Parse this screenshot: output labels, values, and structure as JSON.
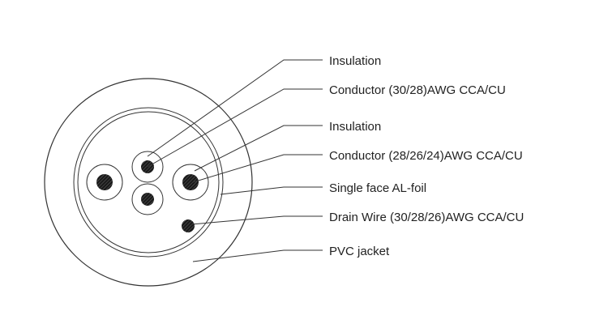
{
  "diagram": {
    "labels": {
      "insulation_outer": "Insulation",
      "conductor_small": "Conductor (30/28)AWG CCA/CU",
      "insulation_inner": "Insulation",
      "conductor_large": "Conductor (28/26/24)AWG CCA/CU",
      "al_foil": "Single face AL-foil",
      "drain_wire": "Drain Wire (30/28/26)AWG CCA/CU",
      "pvc_jacket": "PVC jacket"
    },
    "colors": {
      "line": "#333333",
      "text": "#222222",
      "conductor_fill": "#111111",
      "background": "#ffffff"
    }
  }
}
